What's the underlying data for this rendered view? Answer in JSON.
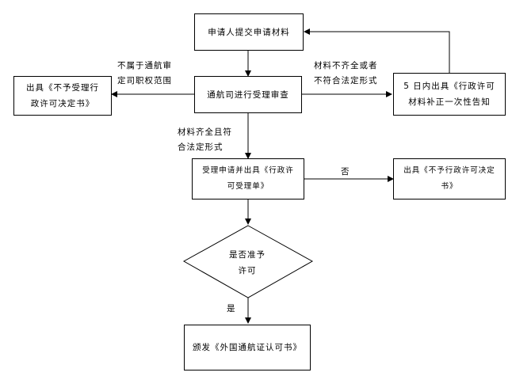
{
  "nodes": {
    "submit": "申请人提交申请材料",
    "review": "通航司进行受理审查",
    "not_accept_notice": "出具《不予受理行\n政许可决定书》",
    "supplement_notice": "5 日内出具《行政许可\n材料补正一次性告知",
    "accept_issue": "受理申请并出具《行政许\n可受理单》",
    "reject_decision": "出具《不予行政许可决定\n书》",
    "decision": "是否准予\n许可",
    "issue_license": "颁发《外国通航证认可书》"
  },
  "edge_labels": {
    "out_of_scope": "不属于通航审\n定司职权范围",
    "incomplete": "材料不齐全或者\n不符合法定形式",
    "complete": "材料齐全且符\n合法定形式",
    "no": "否",
    "yes": "是"
  }
}
